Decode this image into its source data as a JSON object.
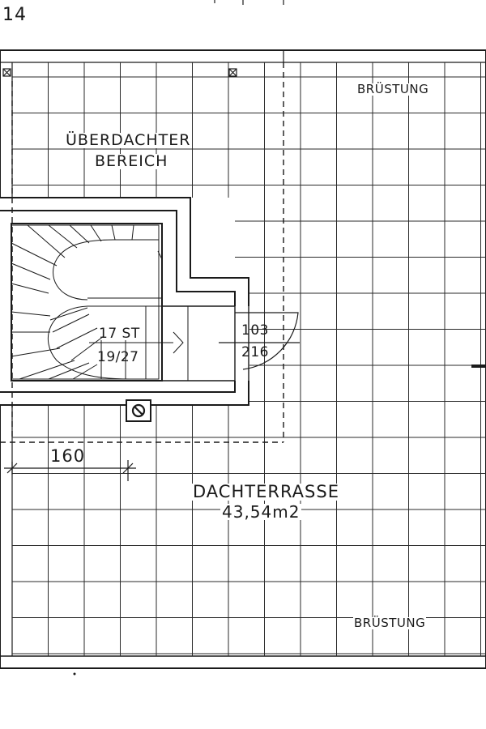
{
  "plan": {
    "page_number": "14",
    "labels": {
      "bruestung_top": "BRÜSTUNG",
      "bruestung_bottom": "BRÜSTUNG",
      "covered_area_line1": "ÜBERDACHTER",
      "covered_area_line2": "BEREICH",
      "stairs_steps": "17 ST",
      "stairs_ratio": "19/27",
      "door_width": "103",
      "door_height": "216",
      "dimension": "160",
      "terrace_name": "DACHTERRASSE",
      "terrace_area": "43,54m2"
    },
    "colors": {
      "line": "#1a1a1a",
      "grid": "#2a2a2a",
      "background": "#ffffff"
    },
    "symbols": [
      "roof-drain-symbol",
      "corner-post-symbol"
    ]
  }
}
